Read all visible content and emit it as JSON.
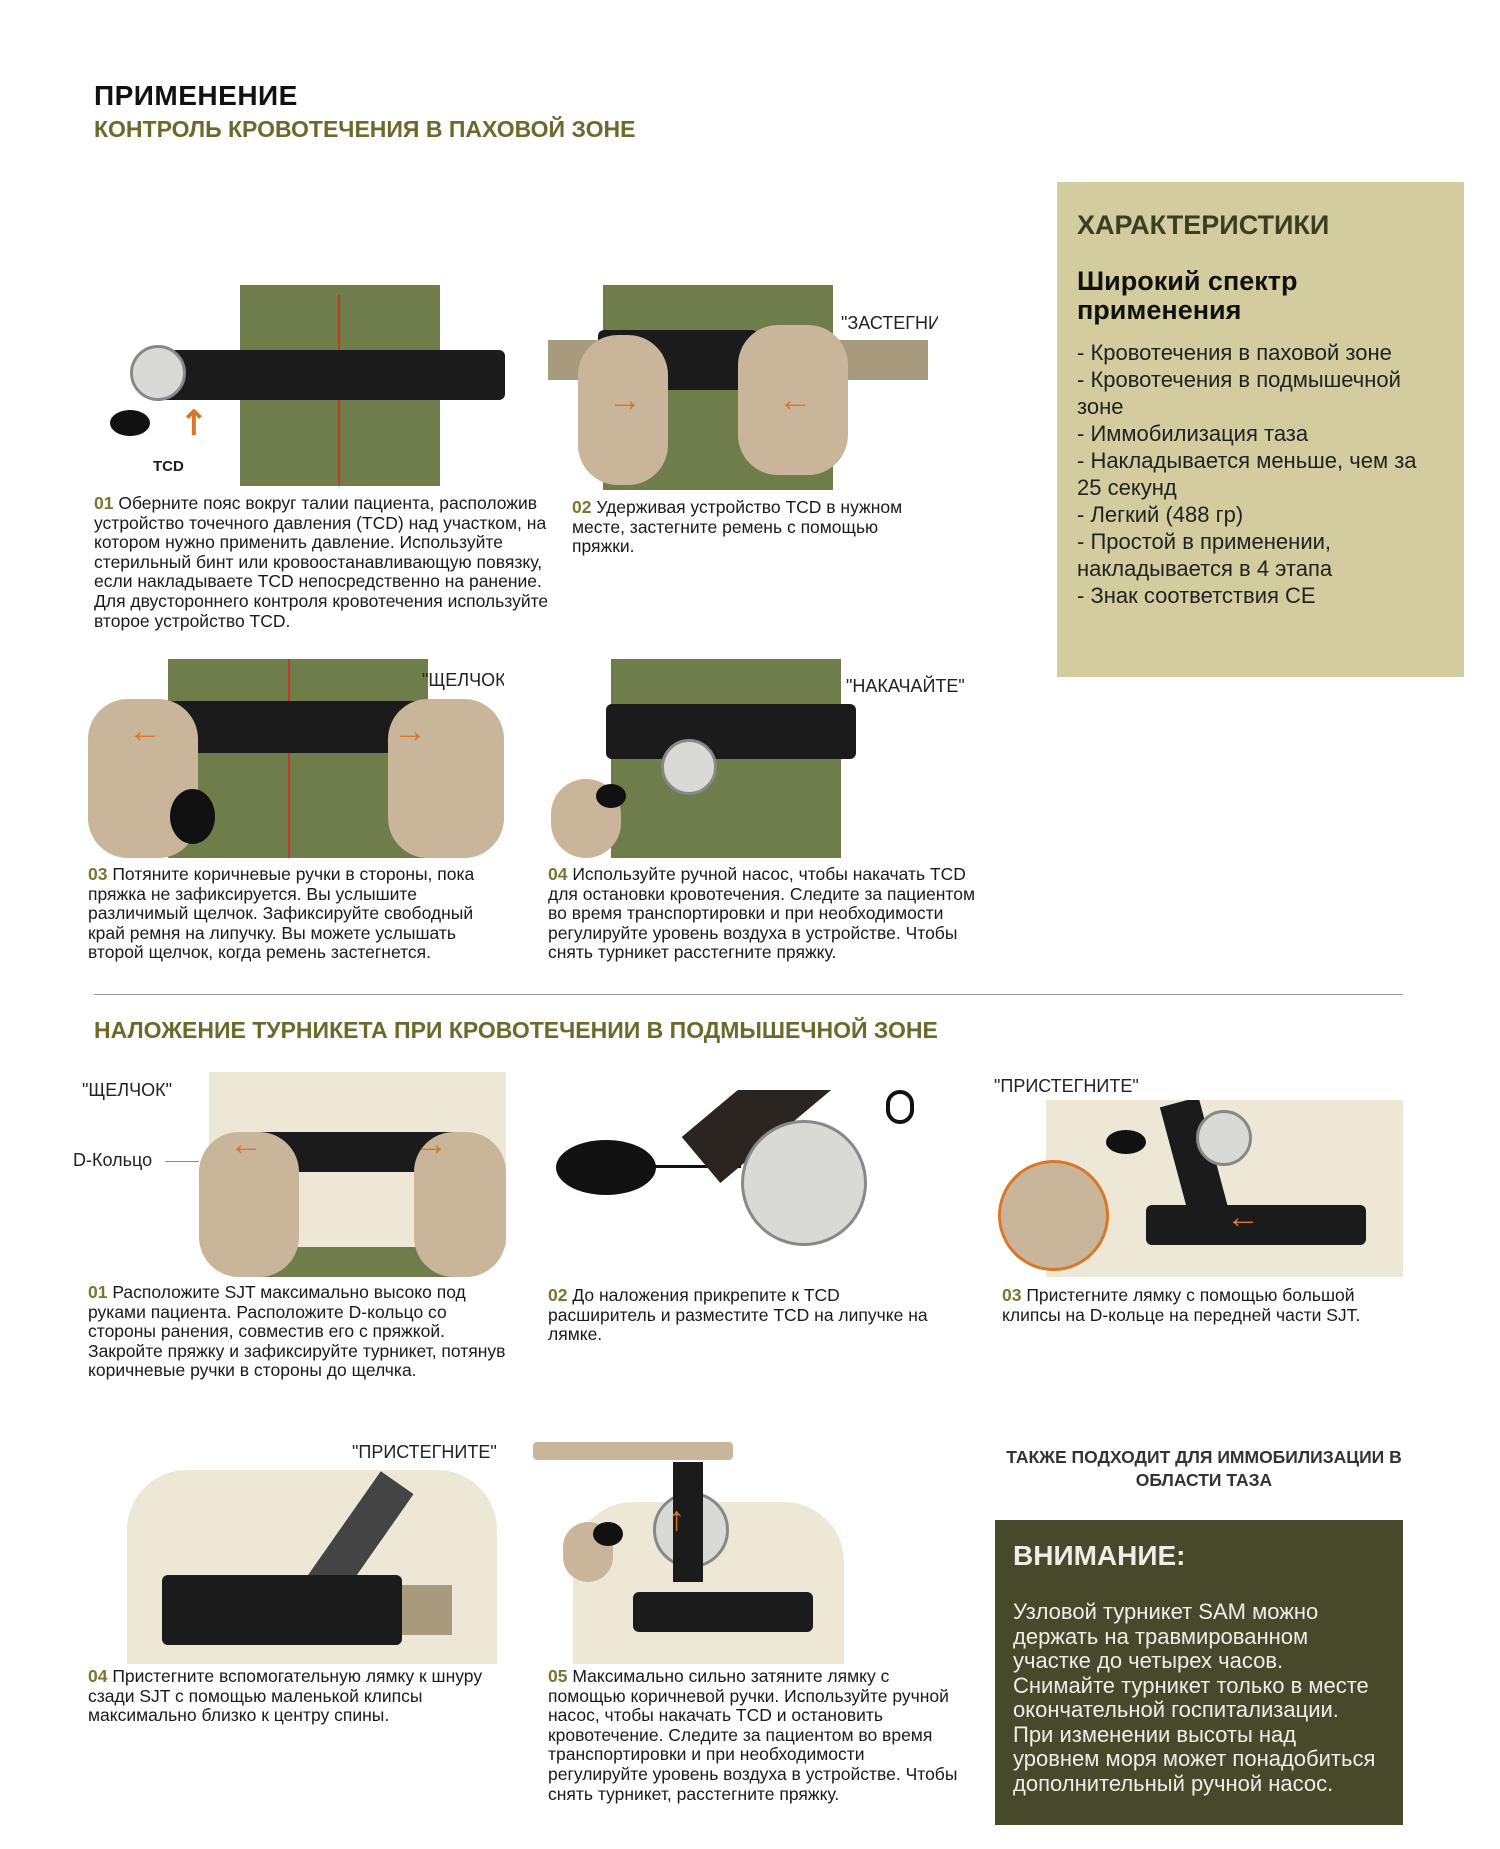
{
  "header": {
    "title": "ПРИМЕНЕНИЕ",
    "subtitle": "КОНТРОЛЬ КРОВОТЕЧЕНИЯ В ПАХОВОЙ ЗОНЕ"
  },
  "features": {
    "title": "ХАРАКТЕРИСТИКИ",
    "subtitle": "Широкий спектр применения",
    "items": [
      "- Кровотечения в паховой зоне",
      "- Кровотечения в подмышечной зоне",
      "- Иммобилизация таза",
      "- Накладывается меньше, чем за 25 секунд",
      "- Легкий (488 гр)",
      "- Простой в применении, накладывается в 4 этапа",
      "- Знак соответствия CE"
    ]
  },
  "groin": {
    "steps": [
      {
        "num": "01",
        "text": "Оберните пояс вокруг талии пациента, расположив устройство точечного давления (TCD) над участком, на котором нужно применить давление. Используйте стерильный бинт или кровоостанавливающую повязку, если накладываете TCD непосредственно на ранение. Для двустороннего контроля кровотечения используйте второе устройство TCD.",
        "label": "TCD"
      },
      {
        "num": "02",
        "text": "Удерживая устройство TCD в нужном месте, застегните ремень с помощью пряжки.",
        "callout": "\"ЗАСТЕГНИТЕ\""
      },
      {
        "num": "03",
        "text": "Потяните коричневые ручки в стороны, пока пряжка не зафиксируется. Вы услышите различимый щелчок. Зафиксируйте свободный край ремня на липучку. Вы можете услышать второй щелчок, когда ремень застегнется.",
        "callout": "\"ЩЕЛЧОК\""
      },
      {
        "num": "04",
        "text": "Используйте ручной насос, чтобы накачать TCD для остановки кровотечения. Следите за пациентом во время транспортировки и при необходимости регулируйте уровень воздуха в устройстве. Чтобы снять турникет расстегните пряжку.",
        "callout": "\"НАКАЧАЙТЕ\""
      }
    ]
  },
  "axilla": {
    "title": "НАЛОЖЕНИЕ ТУРНИКЕТА ПРИ КРОВОТЕЧЕНИИ В ПОДМЫШЕЧНОЙ ЗОНЕ",
    "steps": [
      {
        "num": "01",
        "text": "Расположите SJT максимально высоко под руками пациента. Расположите D-кольцо со стороны ранения, совместив его с пряжкой. Закройте пряжку и зафиксируйте турникет, потянув коричневые ручки в стороны до щелчка.",
        "callout": "\"ЩЕЛЧОК\"",
        "label": "D-Кольцо"
      },
      {
        "num": "02",
        "text": "До наложения прикрепите к TCD расширитель и разместите TCD на липучке на лямке."
      },
      {
        "num": "03",
        "text": "Пристегните лямку с помощью большой клипсы на D-кольце на передней части SJT.",
        "callout": "\"ПРИСТЕГНИТЕ\""
      },
      {
        "num": "04",
        "text": "Пристегните вспомогательную лямку к шнуру сзади SJT с помощью маленькой клипсы максимально близко к центру спины.",
        "callout": "\"ПРИСТЕГНИТЕ\""
      },
      {
        "num": "05",
        "text": "Максимально сильно затяните лямку с помощью коричневой ручки. Используйте ручной насос, чтобы накачать TCD и остановить кровотечение. Следите за пациентом во время транспортировки и при необходимости регулируйте уровень воздуха в устройстве. Чтобы снять турникет, расстегните пряжку."
      }
    ]
  },
  "also_fits": "ТАКЖЕ ПОДХОДИТ ДЛЯ ИММОБИЛИЗАЦИИ В ОБЛАСТИ ТАЗА",
  "warning": {
    "title": "ВНИМАНИЕ:",
    "text": "Узловой турникет SAM можно держать на травмированном участке до четырех часов. Снимайте турникет только в месте окончательной госпитализации. При изменении высоты над уровнем моря может понадобиться дополнительный ручной насос."
  },
  "colors": {
    "panel": "#d3cc9e",
    "warning": "#474a2a",
    "accent": "#6b6a2c",
    "arrow": "#d9772a"
  }
}
